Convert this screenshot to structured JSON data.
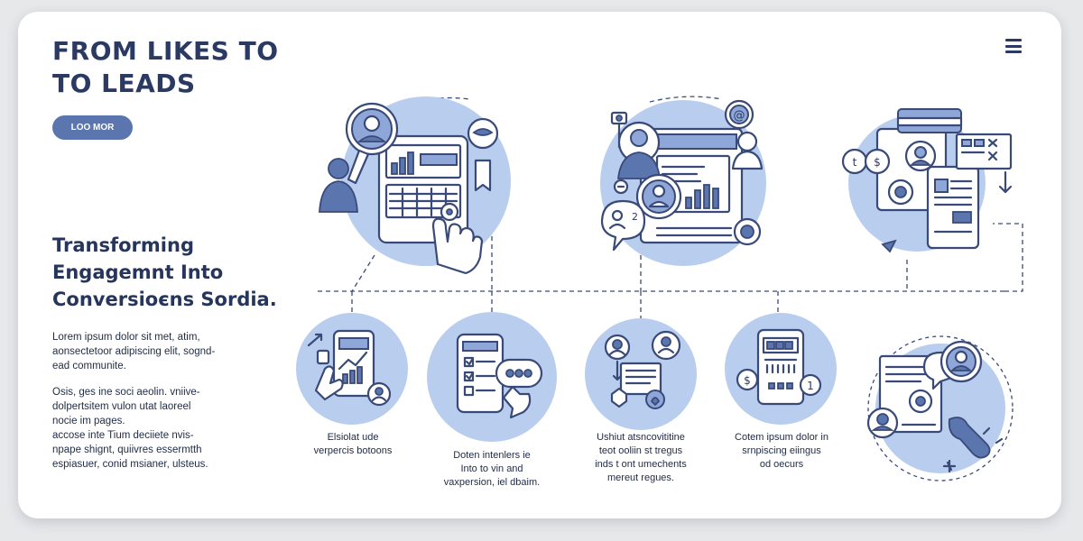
{
  "header": {
    "title_lines": [
      "FROM LIKES TO",
      "TO LEADS"
    ],
    "cta_label": "LOO MOR",
    "menu_icon": "hamburger-menu-icon"
  },
  "subtitle_lines": [
    "Transforming",
    "Engagemnt Into",
    "Conversioєns Sordia."
  ],
  "paragraphs": [
    {
      "lines": [
        "Lorem ipsum dolor sit met, atim,",
        "aonsectetoor adipiscing elit, sognd-",
        "ead communite."
      ]
    },
    {
      "lines": [
        "Osis, ges ine soci aeolin. vniive-",
        "dolpertsitem vulon utat laoreel",
        "nocie im pages.",
        "accose inte Tium deciiete nvis-",
        "npape shignt, quiivres essermtth",
        "espiasuer, conid msianer, ulsteus."
      ]
    }
  ],
  "captions": [
    {
      "lines": [
        "Elsiolat ude",
        "verpercis botoons"
      ]
    },
    {
      "lines": [
        "Doten intenlers ie",
        "Into to vin and",
        "vaxpersion, iel dbaim."
      ]
    },
    {
      "lines": [
        "Ushiut atsncovititine",
        "teot ooliin st tregus",
        "inds t ont umechents",
        "mereut regues."
      ]
    },
    {
      "lines": [
        "Cotem ipsum dolor in",
        "srnpiscing eiingus",
        "od oecurs"
      ]
    }
  ],
  "badges": {
    "user_count": "2"
  },
  "colors": {
    "navy": "#2b3a63",
    "accent": "#5b75ae",
    "circle_fill": "#b9cdee",
    "outline": "#3a4a78",
    "card": "#ffffff"
  },
  "icons": [
    "magnifier-user-icon",
    "tablet-dashboard-icon",
    "pointing-hand-icon",
    "chat-bubble-icon",
    "user-icon",
    "monitor-chart-icon",
    "group-users-icon",
    "at-sign-icon",
    "camera-icon",
    "documents-device-icon",
    "currency-chat-icon",
    "phone-chart-icon",
    "phone-checklist-icon",
    "network-users-icon",
    "phone-calculator-icon",
    "document-profile-icon"
  ]
}
